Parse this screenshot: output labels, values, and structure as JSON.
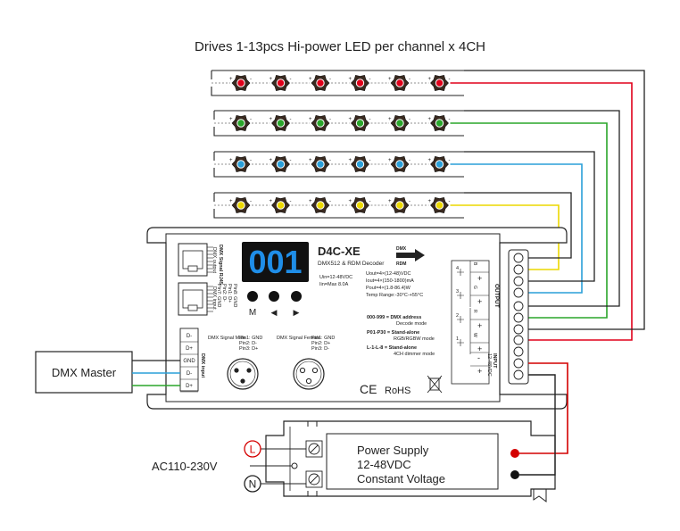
{
  "title": "Drives 1-13pcs Hi-power LED per channel x 4CH",
  "colors": {
    "ch1": "#e0001a",
    "ch2": "#2aa52a",
    "ch3": "#2a9fd8",
    "ch4": "#ecd800",
    "wire": "#222222",
    "lcd_bg": "#111111",
    "lcd_digits": "#1f8ee8",
    "psu_red": "#d40000"
  },
  "led_rows": [
    {
      "channel": "ch1",
      "count": 6
    },
    {
      "channel": "ch2",
      "count": 6
    },
    {
      "channel": "ch3",
      "count": 6
    },
    {
      "channel": "ch4",
      "count": 6
    }
  ],
  "decoder": {
    "model": "D4C-XE",
    "subtitle": "DMX512 & RDM Decoder",
    "display": "001",
    "buttons": [
      "M",
      "◀",
      "▶"
    ],
    "dmx_logo": "DMX",
    "rdm_logo": "RDM",
    "spec_uin": "Uin=12-48VDC",
    "spec_iin": "Iin=Max 8.0A",
    "spec_uout": "Uout=4×(12-48)VDC",
    "spec_iout": "Iout=4×(150-1800)mA",
    "spec_pout": "Pout=4×(1.8-86.4)W",
    "spec_temp": "Temp Range:-30°C-+55°C",
    "mode1": "000-999 = DMX address",
    "mode1b": "Decode mode",
    "mode2": "P01-P30 = Stand-alone",
    "mode2b": "RGB/RGBW mode",
    "mode3": "L-1-L-8 = Stand-alone",
    "mode3b": "4CH dimmer mode",
    "rj45_label": "DMX Signal RJ45",
    "rj45_out": "DMX output",
    "rj45_in": "DMX input",
    "rj45_pins": [
      "Pin1: D+",
      "Pin2: D-",
      "Pin7: GND",
      "Pin8: GND"
    ],
    "xlr_male_label": "DMX Signal Male",
    "xlr_female_label": "DMX Signal Female",
    "xlr_male_pins": [
      "Pin1: GND",
      "Pin2: D-",
      "Pin3: D+"
    ],
    "xlr_female_pins": [
      "Pin1: GND",
      "Pin2: D+",
      "Pin3: D-"
    ],
    "terminal_labels": [
      "D-",
      "D+",
      "GND",
      "D-",
      "D+"
    ],
    "terminal_side": "DMX input",
    "cert_ce": "CE",
    "cert_rohs": "RoHS",
    "output_label": "OUTPUT",
    "output_channels": [
      "4",
      "3",
      "2",
      "1"
    ],
    "output_signs": [
      "+",
      "+",
      "+",
      "+"
    ],
    "output_colors": [
      "B",
      "G",
      "R",
      "W"
    ],
    "input_label": "INPUT",
    "input_range": "12-48VDC",
    "input_signs": [
      "-",
      "+"
    ]
  },
  "dmx_master": "DMX Master",
  "power_supply": {
    "line1": "Power Supply",
    "line2": "12-48VDC",
    "line3": "Constant Voltage",
    "l_label": "L",
    "n_label": "N",
    "ac_label": "AC110-230V"
  }
}
